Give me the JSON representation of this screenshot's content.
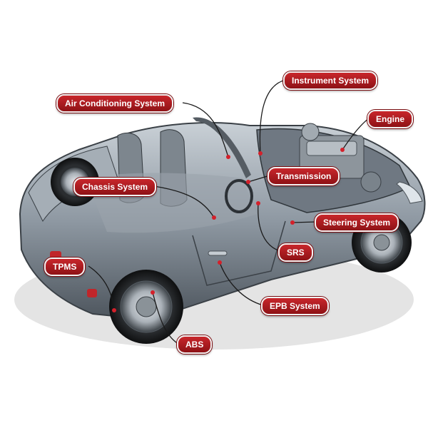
{
  "labels": {
    "instrument": "Instrument System",
    "aircon": "Air Conditioning System",
    "engine": "Engine",
    "transmission": "Transmission",
    "chassis": "Chassis System",
    "steering": "Steering System",
    "srs": "SRS",
    "tpms": "TPMS",
    "epb": "EPB System",
    "abs": "ABS"
  },
  "colors": {
    "label_fill": "#b51e23",
    "leader_line": "#1a1a1a",
    "marker_dot": "#d4202a",
    "car_body": "#8e98a2"
  }
}
